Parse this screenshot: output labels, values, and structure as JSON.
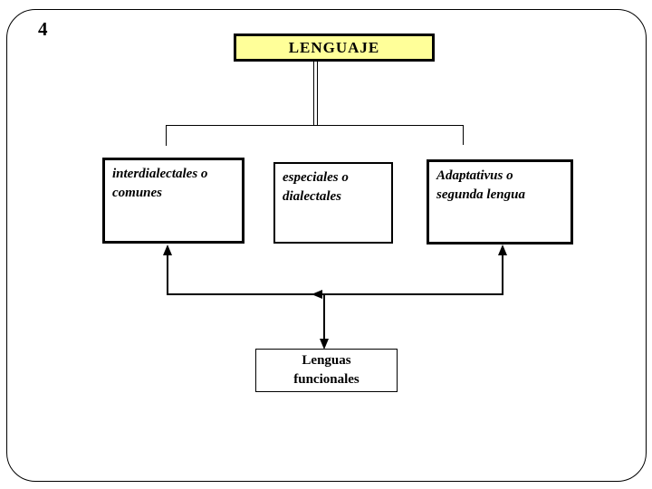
{
  "slide": {
    "page_number": "4",
    "background_color": "#FFFFFF",
    "frame_border_color": "#000000"
  },
  "diagram": {
    "root": {
      "label": "LENGUAJE",
      "fill_color": "#FFFF99",
      "border_color": "#000000"
    },
    "categories": [
      {
        "label": "interdialectales o comunes"
      },
      {
        "label": "especiales o dialectales"
      },
      {
        "label": "Adaptativus o segunda lengua"
      }
    ],
    "bottom_node": {
      "line1": "Lenguas",
      "line2": "funcionales"
    }
  }
}
